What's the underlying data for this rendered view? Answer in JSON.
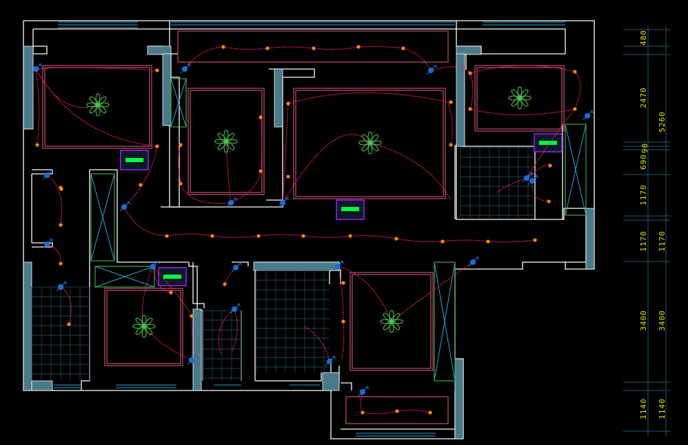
{
  "colors": {
    "wall": "#ffffff",
    "wall_fill": "#4a7a8a",
    "ceiling": "#c05070",
    "wiring": "#ff1a6e",
    "lamp": "#ff8a00",
    "switch": "#1a6fd6",
    "fan": "#50c850",
    "dimension": "#e6e600",
    "dim_line": "#1e5a70",
    "vent": "#a020f0"
  },
  "dimensions": {
    "column1": [
      "480",
      "2470",
      "90",
      "690",
      "1170",
      "1170",
      "3400",
      "1140"
    ],
    "column2": [
      "5260",
      "1170",
      "3400",
      "1140"
    ]
  },
  "fans": [
    "ceiling-fan-1",
    "ceiling-fan-2",
    "ceiling-fan-3",
    "ceiling-fan-4",
    "ceiling-fan-5",
    "ceiling-fan-6"
  ]
}
